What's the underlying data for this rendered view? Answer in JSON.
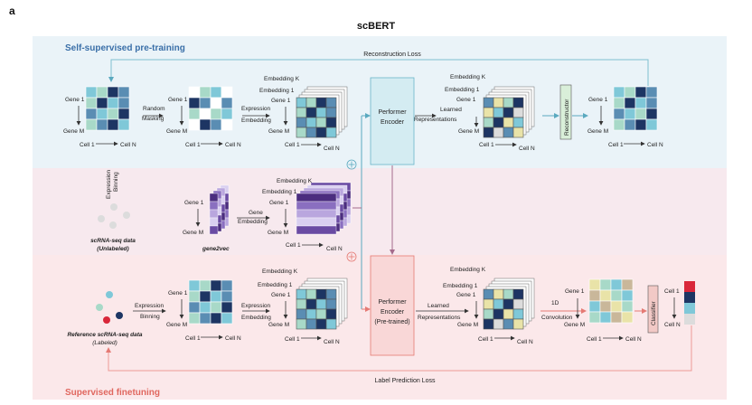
{
  "panel_letter": "a",
  "title": "scBERT",
  "sections": {
    "pretraining": "Self-supervised pre-training",
    "finetuning": "Supervised finetuning"
  },
  "losses": {
    "reconstruction": "Reconstruction Loss",
    "label_prediction": "Label Prediction Loss"
  },
  "axes": {
    "gene1": "Gene 1",
    "geneM": "Gene M",
    "cell1": "Cell 1",
    "cellN": "Cell N",
    "embK": "Embedding K",
    "emb1": "Embedding 1"
  },
  "steps": {
    "random": "Random",
    "masking": "Masking",
    "expression": "Expression",
    "embedding": "Embedding",
    "learned": "Learned",
    "representations": "Representations",
    "reconstructor": "Reconstructor",
    "expression_binning_1": "Expression",
    "expression_binning_2": "Binning",
    "gene": "Gene",
    "binning": "Binning",
    "conv_1d": "1D",
    "convolution": "Convolution",
    "classifier": "Classifier"
  },
  "encoders": {
    "performer_1": "Performer",
    "performer_2": "Encoder",
    "pretrained_1": "Performer",
    "pretrained_2": "Encoder",
    "pretrained_3": "(Pre-trained)"
  },
  "data_labels": {
    "unlabeled_1": "scRNA-seq data",
    "unlabeled_2": "(Unlabeled)",
    "gene2vec": "gene2vec",
    "reference_1": "Reference scRNA-seq data",
    "reference_2": "(Labeled)"
  },
  "colors": {
    "pretrain_bg": "#eaf3f8",
    "middle_bg": "#f7e9ee",
    "finetune_bg": "#fbe8ea",
    "encoder_fill": "#d4ecf2",
    "encoder_pre_fill": "#f9d7d7",
    "title_blue": "#3a6fa8",
    "title_red": "#e0675f",
    "loss_line_blue": "#7fbfcf",
    "loss_line_red": "#ee9a96"
  }
}
